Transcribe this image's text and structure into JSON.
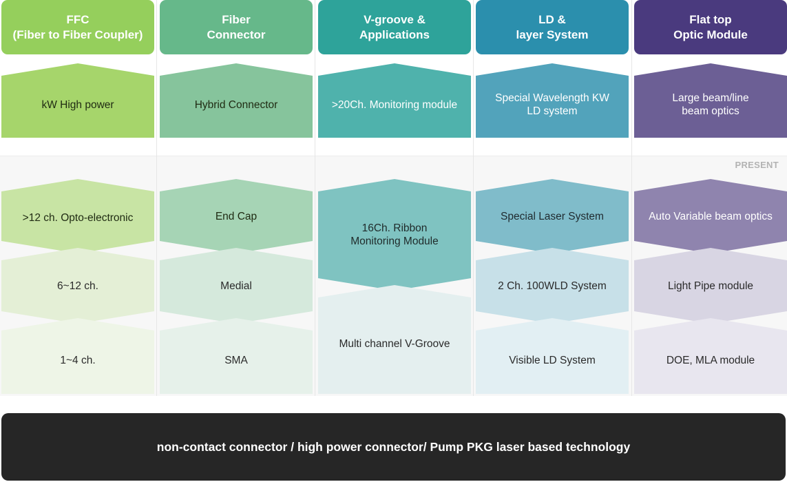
{
  "columns": [
    {
      "header": "FFC\n(Fiber to Fiber Coupler)",
      "colors": {
        "header": "#95cf5c",
        "top": "#a6d56b",
        "c1": "#c8e4a4",
        "c2": "#e4efd6",
        "c3": "#eef5e7"
      },
      "top": "kW High power",
      "items": [
        ">12 ch. Opto-electronic",
        "6~12 ch.",
        "1~4 ch."
      ]
    },
    {
      "header": "Fiber\nConnector",
      "colors": {
        "header": "#66b88a",
        "top": "#86c49c",
        "c1": "#a6d4b5",
        "c2": "#d5e9dc",
        "c3": "#e6f1ea"
      },
      "top": "Hybrid Connector",
      "items": [
        "End Cap",
        "Medial",
        "SMA"
      ]
    },
    {
      "header": "V-groove &\nApplications",
      "colors": {
        "header": "#2ea39a",
        "top": "#4fb2ac",
        "c1": "#7fc3c1",
        "c2": "#e4efef"
      },
      "top": ">20Ch. Monitoring module",
      "items": [
        "16Ch. Ribbon\nMonitoring Module",
        "Multi channel V-Groove"
      ]
    },
    {
      "header": "LD &\nlayer System",
      "colors": {
        "header": "#2b8fad",
        "top": "#52a3bb",
        "c1": "#80bcca",
        "c2": "#c7e0e8",
        "c3": "#e2eff3"
      },
      "top": "Special Wavelength KW\nLD system",
      "items": [
        "Special Laser System",
        "2 Ch. 100WLD System",
        "Visible LD System"
      ]
    },
    {
      "header": "Flat top\nOptic Module",
      "colors": {
        "header": "#4a3a7e",
        "top": "#6c5f95",
        "c1": "#8f84ae",
        "c2": "#d8d5e3",
        "c3": "#e8e6ef"
      },
      "top": "Large beam/line\nbeam optics",
      "items": [
        "Auto Variable beam optics",
        "Light Pipe module",
        "DOE, MLA module"
      ]
    }
  ],
  "present_label": "PRESENT",
  "footer": "non-contact connector / high power connector/ Pump PKG laser based technology"
}
